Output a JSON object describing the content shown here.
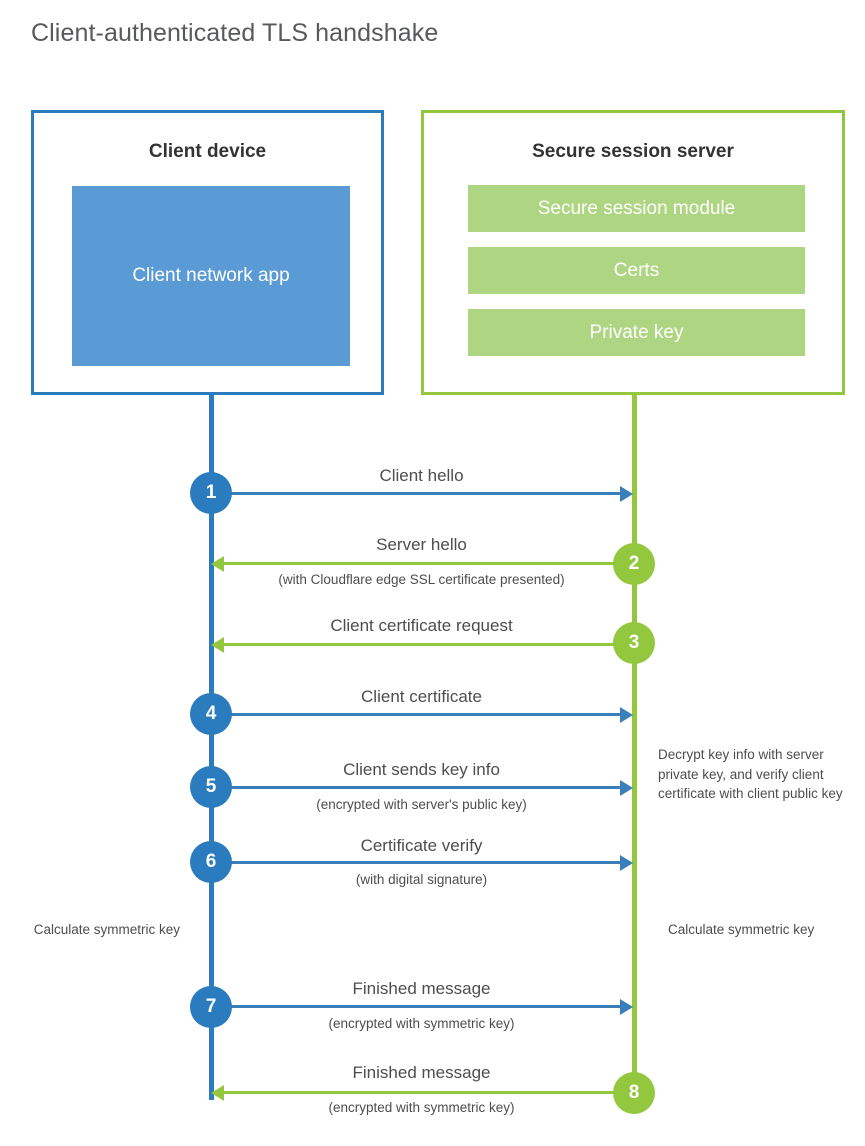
{
  "title": "Client-authenticated TLS handshake",
  "colors": {
    "client_blue": "#2b7cbf",
    "client_app_blue": "#5b9bd5",
    "server_green": "#93c83e",
    "server_item_green": "#aed581",
    "text_gray": "#4d4d4d",
    "title_gray": "#58595b"
  },
  "client": {
    "title": "Client device",
    "app_label": "Client network app"
  },
  "server": {
    "title": "Secure session server",
    "items": [
      {
        "label": "Secure session module"
      },
      {
        "label": "Certs"
      },
      {
        "label": "Private key"
      }
    ]
  },
  "steps": [
    {
      "number": "1",
      "label": "Client hello",
      "sublabel": "",
      "direction": "client-to-server",
      "color": "blue"
    },
    {
      "number": "2",
      "label": "Server hello",
      "sublabel": "(with Cloudflare edge SSL certificate presented)",
      "direction": "server-to-client",
      "color": "green"
    },
    {
      "number": "3",
      "label": "Client certificate request",
      "sublabel": "",
      "direction": "server-to-client",
      "color": "green"
    },
    {
      "number": "4",
      "label": "Client certificate",
      "sublabel": "",
      "direction": "client-to-server",
      "color": "blue"
    },
    {
      "number": "5",
      "label": "Client sends key info",
      "sublabel": "(encrypted with server's public key)",
      "direction": "client-to-server",
      "color": "blue"
    },
    {
      "number": "6",
      "label": "Certificate verify",
      "sublabel": "(with digital signature)",
      "direction": "client-to-server",
      "color": "blue"
    },
    {
      "number": "7",
      "label": "Finished message",
      "sublabel": "(encrypted with symmetric key)",
      "direction": "client-to-server",
      "color": "blue"
    },
    {
      "number": "8",
      "label": "Finished message",
      "sublabel": "(encrypted with symmetric key)",
      "direction": "server-to-client",
      "color": "green"
    }
  ],
  "notes": {
    "server_decrypt": "Decrypt key info with server private key, and verify client certificate with client public key",
    "client_calculate": "Calculate symmetric key",
    "server_calculate": "Calculate symmetric key"
  }
}
